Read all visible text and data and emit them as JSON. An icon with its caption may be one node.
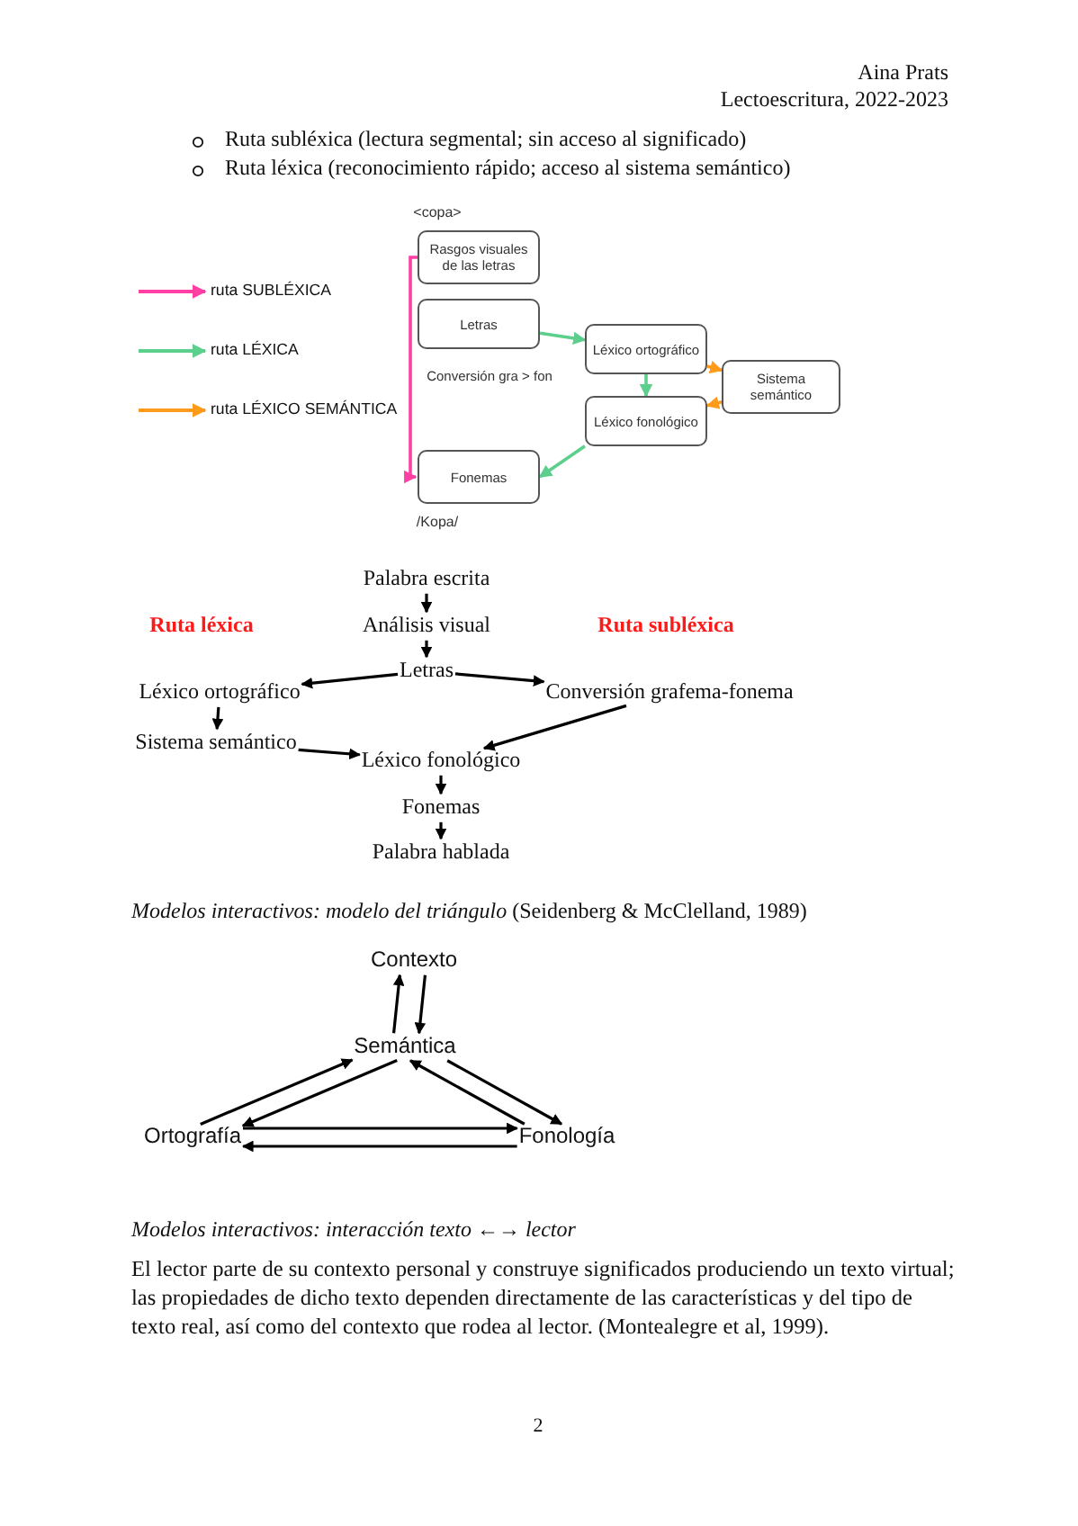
{
  "diagram": {
    "nodes": [
      {
        "text": [
          "Rasgos visuales de las letras"
        ],
        "beside": [
          "<copa>"
        ]
      },
      {
        "text": [
          "Letras"
        ]
      },
      {
        "text": [
          "Léxico ortográfico"
        ]
      },
      {
        "text": [
          "Sistema semántico"
        ]
      },
      {
        "text": [
          "Léxico fonológico"
        ]
      },
      {
        "text": [
          "Fonemas"
        ],
        "beside": [
          "/Kopa/"
        ]
      },
      {
        "text": [
          "Palabra escrita"
        ]
      },
      {
        "text": [
          "Análisis visual"
        ]
      },
      {
        "text": [
          "Letras"
        ]
      },
      {
        "text": [
          "Léxico ortográfico"
        ]
      },
      {
        "text": [
          "Conversión grafema-fonema"
        ]
      },
      {
        "text": [
          "Sistema semántico"
        ]
      },
      {
        "text": [
          "Léxico fonológico"
        ]
      },
      {
        "text": [
          "Fonemas"
        ]
      },
      {
        "text": [
          "Palabra hablada"
        ]
      },
      {
        "text": [
          "Contexto"
        ]
      },
      {
        "text": [
          "Semántica"
        ]
      },
      {
        "text": [
          "Ortografía"
        ]
      },
      {
        "text": [
          "Fonología"
        ]
      }
    ],
    "edges": [
      {
        "from": 0,
        "to": 5,
        "arrow": "to",
        "color": "#ff3fa4"
      },
      {
        "from": 1,
        "to": 2,
        "arrow": "to",
        "color": "#5ccf8c"
      },
      {
        "from": 2,
        "to": 4,
        "arrow": "to",
        "color": "#5ccf8c"
      },
      {
        "from": 4,
        "to": 5,
        "arrow": "to",
        "color": "#5ccf8c"
      },
      {
        "from": 2,
        "to": 3,
        "arrow": "to",
        "color": "#ff9a1a"
      },
      {
        "from": 3,
        "to": 4,
        "arrow": "to",
        "color": "#ff9a1a"
      },
      {
        "from": 6,
        "to": 7,
        "arrow": "to"
      },
      {
        "from": 7,
        "to": 8,
        "arrow": "to"
      },
      {
        "from": 8,
        "to": 9,
        "arrow": "to"
      },
      {
        "from": 8,
        "to": 10,
        "arrow": "to"
      },
      {
        "from": 9,
        "to": 11,
        "arrow": "to"
      },
      {
        "from": 11,
        "to": 12,
        "arrow": "to"
      },
      {
        "from": 10,
        "to": 12,
        "arrow": "to"
      },
      {
        "from": 12,
        "to": 13,
        "arrow": "to"
      },
      {
        "from": 13,
        "to": 14,
        "arrow": "to"
      },
      {
        "from": 15,
        "to": 16,
        "arrow": "to"
      },
      {
        "from": 16,
        "to": 15,
        "arrow": "to"
      },
      {
        "from": 16,
        "to": 17,
        "arrow": "to"
      },
      {
        "from": 17,
        "to": 16,
        "arrow": "to"
      },
      {
        "from": 18,
        "to": 16,
        "arrow": "to"
      },
      {
        "from": 16,
        "to": 18,
        "arrow": "to"
      },
      {
        "from": 17,
        "to": 18,
        "arrow": "to"
      },
      {
        "from": 18,
        "to": 17,
        "arrow": "to"
      }
    ],
    "labels": [
      "Aina Prats",
      "Lectoescritura, 2022-2023",
      "Ruta subléxica (lectura segmental; sin acceso al significado)",
      "Ruta léxica (reconocimiento rápido; acceso al sistema semántico)",
      "Conversión gra > fon",
      "Ruta léxica",
      "Ruta subléxica",
      "*Modelos interactivos: modelo del triángulo* (Seidenberg & McClelland, 1989)",
      "Modelos interactivos: interacción texto ←→ lector",
      "El lector parte de su contexto personal y construye significados produciendo un texto virtual; las propiedades de dicho texto dependen directamente de las características y del tipo de texto real, así como del contexto que rodea al lector. (Montealegre et al, 1999).",
      "2"
    ],
    "legend": [
      {
        "text": "ruta SUBLÉXICA"
      },
      {
        "text": "ruta LÉXICA"
      },
      {
        "text": "ruta LÉXICO SEMÁNTICA"
      }
    ]
  }
}
